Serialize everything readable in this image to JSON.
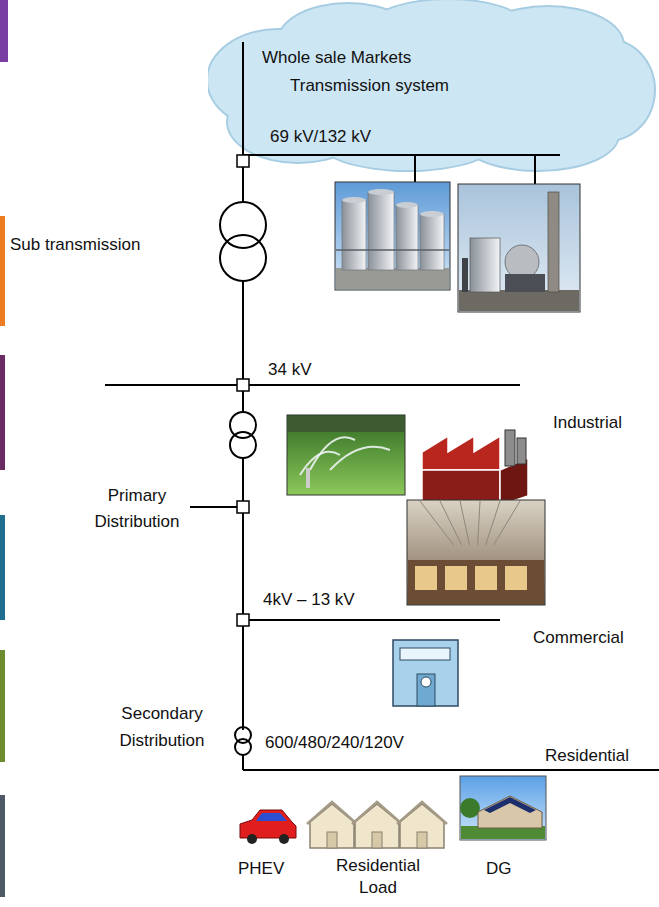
{
  "diagram": {
    "nodes": [
      {
        "text": [
          "Whole sale Markets Transmission system",
          "69 kV/132 kV"
        ]
      }
    ],
    "labels": [
      "Sub transmission",
      "34 kV",
      "Industrial",
      "Primary Distribution",
      "4kV – 13 kV",
      "Commercial",
      "Secondary Distribution",
      "600/480/240/120V",
      "Residential",
      "PHEV",
      "Residential Load",
      "DG"
    ]
  }
}
